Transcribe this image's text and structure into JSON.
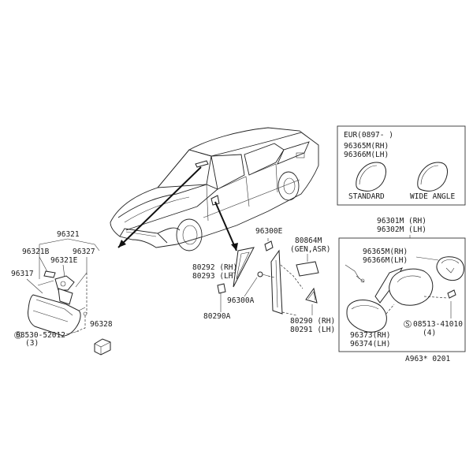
{
  "inset_eur": {
    "header": "EUR(0897-      )",
    "part_rh": "96365M(RH)",
    "part_lh": "96366M(LH)",
    "standard_label": "STANDARD",
    "wide_angle_label": "WIDE ANGLE"
  },
  "labels": {
    "p96321": "96321",
    "p96321b": "96321B",
    "p96327": "96327",
    "p96321e": "96321E",
    "p96317": "96317",
    "p08530": "08530-52012",
    "p08530_qty": "(3)",
    "p96328": "96328",
    "p96300e": "96300E",
    "p80864m": "80864M",
    "p80864m_note": "(GEN,ASR)",
    "p80292": "80292 (RH)",
    "p80293": "80293 (LH)",
    "p96300a": "96300A",
    "p80290a": "80290A",
    "p80290": "80290 (RH)",
    "p80291": "80291 (LH)",
    "p96301m": "96301M (RH)",
    "p96302m": "96302M (LH)",
    "p96365m": "96365M(RH)",
    "p96366m": "96366M(LH)",
    "p96373": "96373(RH)",
    "p96374": "96374(LH)",
    "p08513": "08513-41010",
    "p08513_qty": "(4)",
    "figure_code": "A963* 0201"
  }
}
